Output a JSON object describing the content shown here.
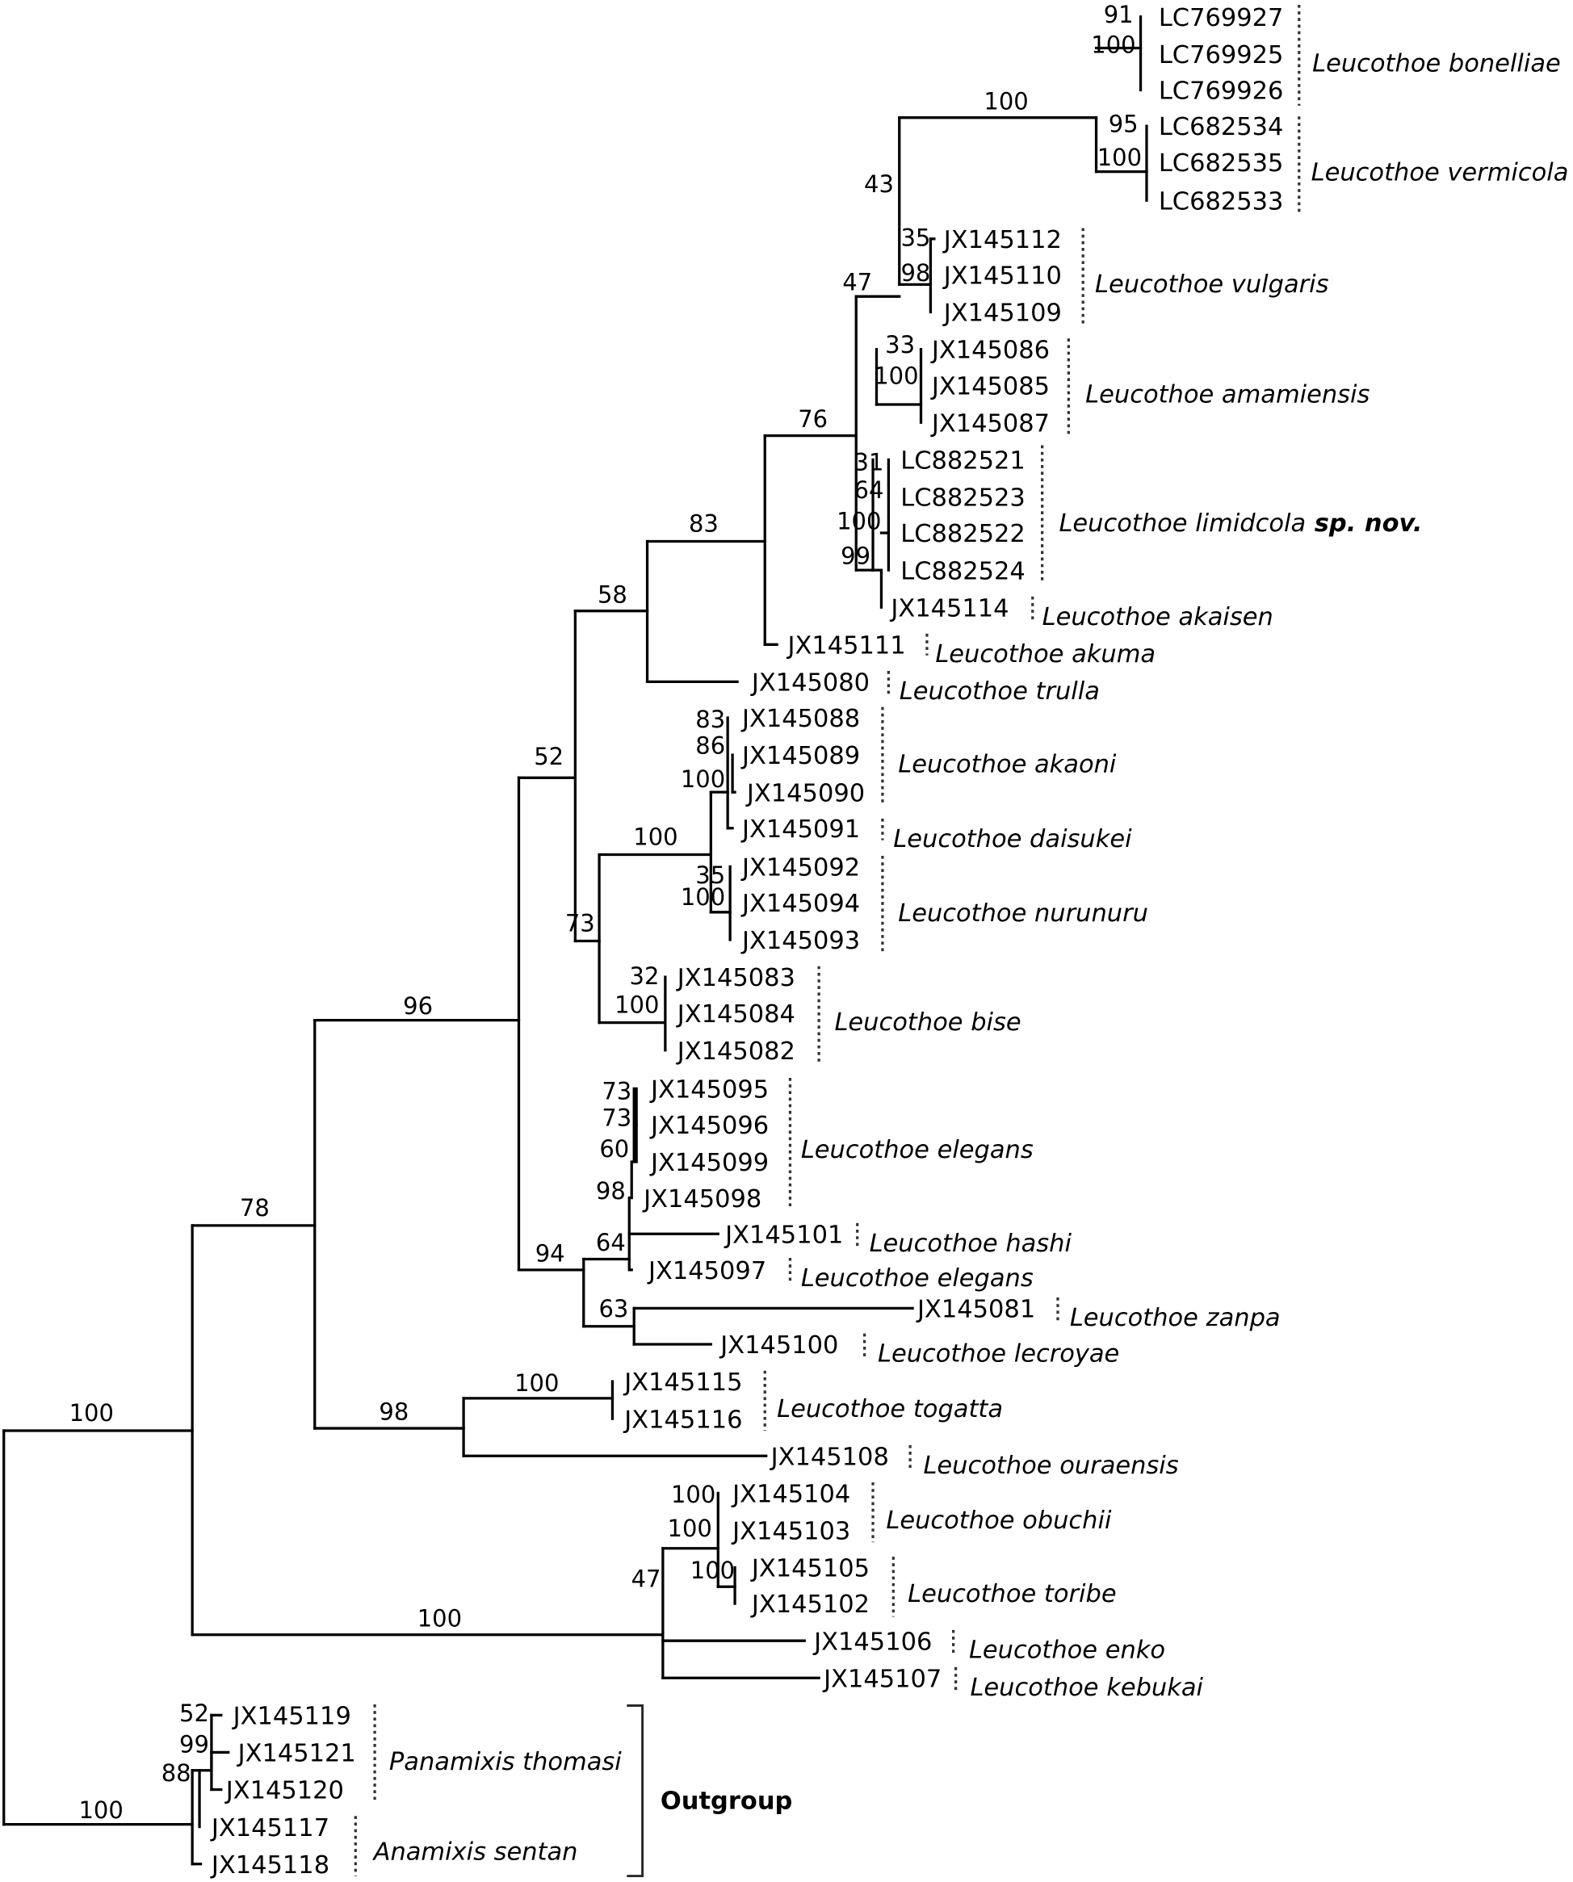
{
  "figure": {
    "type": "phylogenetic-tree",
    "outgroup_label": "Outgroup",
    "novelty_marker": "sp. nov."
  },
  "tips": [
    {
      "id": "LC769927",
      "species": "Leucothoe bonelliae"
    },
    {
      "id": "LC769925",
      "species": "Leucothoe bonelliae"
    },
    {
      "id": "LC769926",
      "species": "Leucothoe bonelliae"
    },
    {
      "id": "LC682534",
      "species": "Leucothoe vermicola"
    },
    {
      "id": "LC682535",
      "species": "Leucothoe vermicola"
    },
    {
      "id": "LC682533",
      "species": "Leucothoe vermicola"
    },
    {
      "id": "JX145112",
      "species": "Leucothoe vulgaris"
    },
    {
      "id": "JX145110",
      "species": "Leucothoe vulgaris"
    },
    {
      "id": "JX145109",
      "species": "Leucothoe vulgaris"
    },
    {
      "id": "JX145086",
      "species": "Leucothoe amamiensis"
    },
    {
      "id": "JX145085",
      "species": "Leucothoe amamiensis"
    },
    {
      "id": "JX145087",
      "species": "Leucothoe amamiensis"
    },
    {
      "id": "LC882521",
      "species": "Leucothoe limidcola"
    },
    {
      "id": "LC882523",
      "species": "Leucothoe limidcola"
    },
    {
      "id": "LC882522",
      "species": "Leucothoe limidcola"
    },
    {
      "id": "LC882524",
      "species": "Leucothoe limidcola"
    },
    {
      "id": "JX145114",
      "species": "Leucothoe akaisen"
    },
    {
      "id": "JX145111",
      "species": "Leucothoe akuma"
    },
    {
      "id": "JX145080",
      "species": "Leucothoe trulla"
    },
    {
      "id": "JX145088",
      "species": "Leucothoe akaoni"
    },
    {
      "id": "JX145089",
      "species": "Leucothoe akaoni"
    },
    {
      "id": "JX145090",
      "species": "Leucothoe akaoni"
    },
    {
      "id": "JX145091",
      "species": "Leucothoe daisukei"
    },
    {
      "id": "JX145092",
      "species": "Leucothoe nurunuru"
    },
    {
      "id": "JX145094",
      "species": "Leucothoe nurunuru"
    },
    {
      "id": "JX145093",
      "species": "Leucothoe nurunuru"
    },
    {
      "id": "JX145083",
      "species": "Leucothoe bise"
    },
    {
      "id": "JX145084",
      "species": "Leucothoe bise"
    },
    {
      "id": "JX145082",
      "species": "Leucothoe bise"
    },
    {
      "id": "JX145095",
      "species": "Leucothoe elegans"
    },
    {
      "id": "JX145096",
      "species": "Leucothoe elegans"
    },
    {
      "id": "JX145099",
      "species": "Leucothoe elegans"
    },
    {
      "id": "JX145098",
      "species": "Leucothoe elegans"
    },
    {
      "id": "JX145101",
      "species": "Leucothoe hashi"
    },
    {
      "id": "JX145097",
      "species": "Leucothoe elegans"
    },
    {
      "id": "JX145081",
      "species": "Leucothoe zanpa"
    },
    {
      "id": "JX145100",
      "species": "Leucothoe lecroyae"
    },
    {
      "id": "JX145115",
      "species": "Leucothoe togatta"
    },
    {
      "id": "JX145116",
      "species": "Leucothoe togatta"
    },
    {
      "id": "JX145108",
      "species": "Leucothoe ouraensis"
    },
    {
      "id": "JX145104",
      "species": "Leucothoe obuchii"
    },
    {
      "id": "JX145103",
      "species": "Leucothoe obuchii"
    },
    {
      "id": "JX145105",
      "species": "Leucothoe toribe"
    },
    {
      "id": "JX145102",
      "species": "Leucothoe toribe"
    },
    {
      "id": "JX145106",
      "species": "Leucothoe enko"
    },
    {
      "id": "JX145107",
      "species": "Leucothoe kebukai"
    },
    {
      "id": "JX145119",
      "species": "Panamixis thomasi"
    },
    {
      "id": "JX145121",
      "species": "Panamixis thomasi"
    },
    {
      "id": "JX145120",
      "species": "Panamixis thomasi"
    },
    {
      "id": "JX145117",
      "species": "Anamixis sentan"
    },
    {
      "id": "JX145118",
      "species": "Anamixis sentan"
    }
  ],
  "species_labels": [
    {
      "name": "Leucothoe bonelliae"
    },
    {
      "name": "Leucothoe vermicola"
    },
    {
      "name": "Leucothoe vulgaris"
    },
    {
      "name": "Leucothoe amamiensis"
    },
    {
      "name": "Leucothoe limidcola",
      "suffix": "sp. nov."
    },
    {
      "name": "Leucothoe akaisen"
    },
    {
      "name": "Leucothoe akuma"
    },
    {
      "name": "Leucothoe trulla"
    },
    {
      "name": "Leucothoe akaoni"
    },
    {
      "name": "Leucothoe daisukei"
    },
    {
      "name": "Leucothoe nurunuru"
    },
    {
      "name": "Leucothoe bise"
    },
    {
      "name": "Leucothoe elegans"
    },
    {
      "name": "Leucothoe hashi"
    },
    {
      "name": "Leucothoe elegans"
    },
    {
      "name": "Leucothoe zanpa"
    },
    {
      "name": "Leucothoe lecroyae"
    },
    {
      "name": "Leucothoe togatta"
    },
    {
      "name": "Leucothoe ouraensis"
    },
    {
      "name": "Leucothoe obuchii"
    },
    {
      "name": "Leucothoe toribe"
    },
    {
      "name": "Leucothoe enko"
    },
    {
      "name": "Leucothoe kebukai"
    },
    {
      "name": "Panamixis thomasi"
    },
    {
      "name": "Anamixis sentan"
    }
  ],
  "support_values": [
    "100",
    "91",
    "100",
    "95",
    "100",
    "43",
    "35",
    "98",
    "47",
    "33",
    "100",
    "76",
    "31",
    "64",
    "100",
    "99",
    "83",
    "58",
    "52",
    "83",
    "86",
    "100",
    "100",
    "35",
    "100",
    "73",
    "32",
    "100",
    "96",
    "73",
    "73",
    "60",
    "98",
    "64",
    "94",
    "63",
    "78",
    "100",
    "98",
    "100",
    "100",
    "47",
    "100",
    "100",
    "100",
    "52",
    "99",
    "88",
    "100"
  ]
}
